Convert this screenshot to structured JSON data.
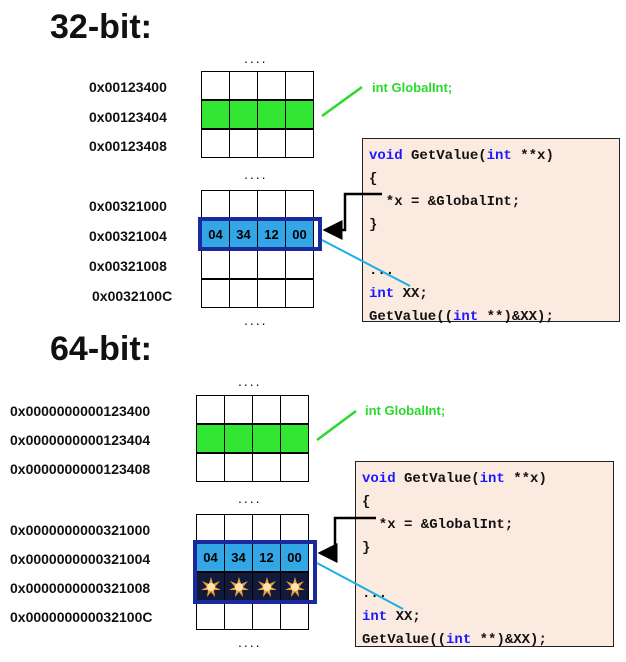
{
  "sections": [
    {
      "title": "32-bit:",
      "top_addresses": [
        "0x00123400",
        "0x00123404",
        "0x00123408"
      ],
      "bottom_addresses": [
        "0x00321000",
        "0x00321004",
        "0x00321008",
        "0x0032100C"
      ],
      "bytes": [
        "04",
        "34",
        "12",
        "00"
      ],
      "global_label": "int GlobalInt;",
      "dots": "...."
    },
    {
      "title": "64-bit:",
      "top_addresses": [
        "0x0000000000123400",
        "0x0000000000123404",
        "0x0000000000123408"
      ],
      "bottom_addresses": [
        "0x0000000000321000",
        "0x0000000000321004",
        "0x0000000000321008",
        "0x000000000032100C"
      ],
      "bytes": [
        "04",
        "34",
        "12",
        "00"
      ],
      "global_label": "int GlobalInt;",
      "dots": "...."
    }
  ],
  "code": {
    "l1_kw": "void",
    "l1_a": " GetValue(",
    "l1_kw2": "int",
    "l1_b": " **x)",
    "l2": "{",
    "l3": "  *x = &GlobalInt;",
    "l4": "}",
    "l5": "",
    "l6": "...",
    "l7_kw": "int",
    "l7_b": " XX;",
    "l8_a": "GetValue((",
    "l8_kw": "int",
    "l8_b": " **)&XX);"
  },
  "colors": {
    "green": "#33e633",
    "blue": "#33a6e6",
    "highlight_border": "#1a2a9c",
    "code_bg": "#fbeadf",
    "keyword": "#1a1aff",
    "arrow_cyan": "#1ab0e6"
  },
  "icons": {
    "burst": "starburst-icon"
  }
}
